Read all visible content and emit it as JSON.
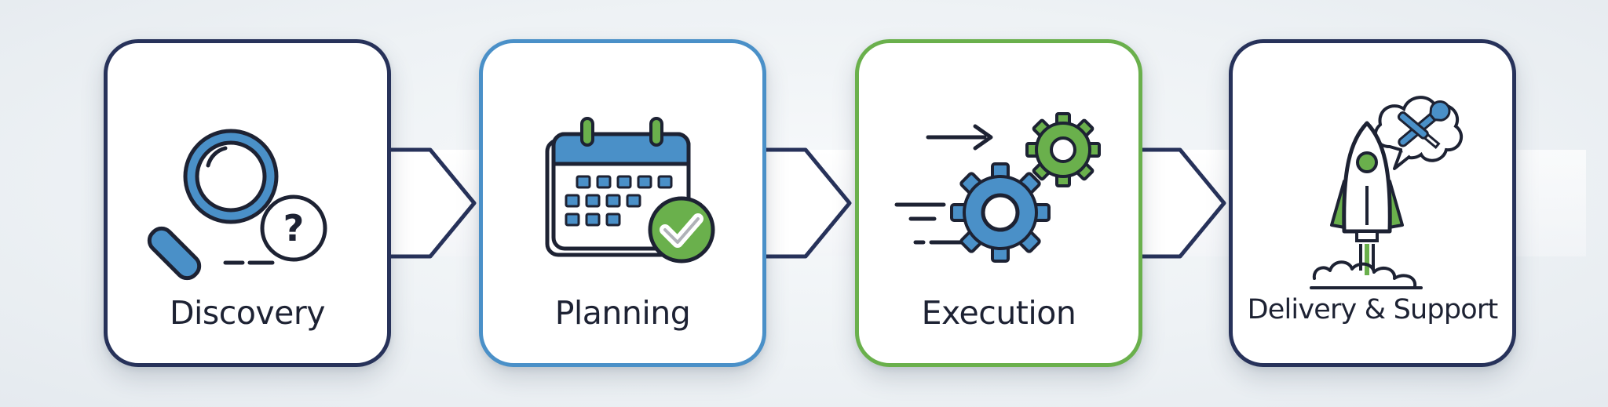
{
  "colors": {
    "navy": "#27325a",
    "blue": "#4a90c8",
    "green": "#6ab04c",
    "text": "#1d2233"
  },
  "steps": [
    {
      "label": "Discovery",
      "icon": "magnifier-question-icon"
    },
    {
      "label": "Planning",
      "icon": "calendar-check-icon"
    },
    {
      "label": "Execution",
      "icon": "gears-icon"
    },
    {
      "label": "Delivery & Support",
      "icon": "rocket-wrench-icon"
    }
  ],
  "icon_text": {
    "question_mark": "?"
  }
}
